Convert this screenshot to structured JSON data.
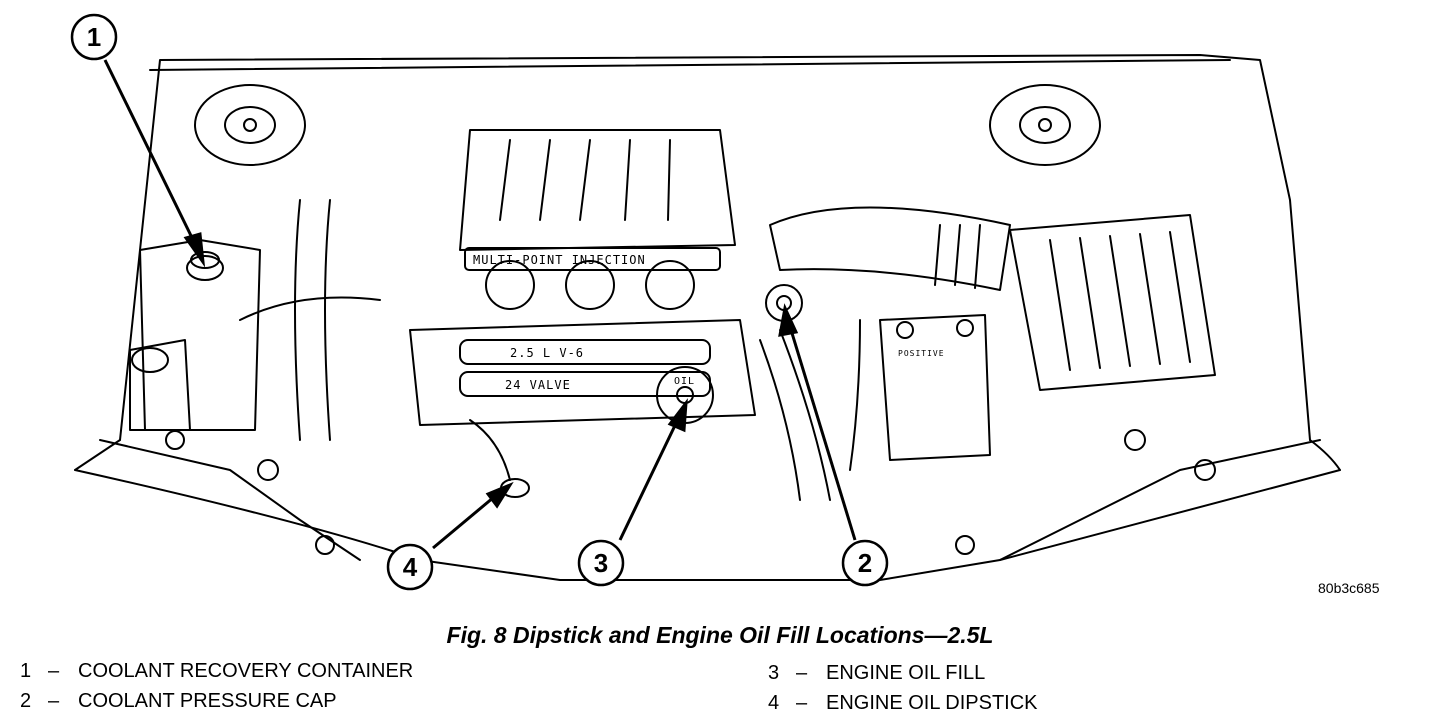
{
  "figure": {
    "callouts": [
      "1",
      "2",
      "3",
      "4"
    ],
    "engine_labels": {
      "intake": "MULTI-POINT INJECTION",
      "displacement": "2.5 L V-6",
      "valves": "24 VALVE",
      "oil_cap": "OIL",
      "battery": "POSITIVE"
    },
    "code": "80b3c685",
    "caption": "Fig. 8 Dipstick and Engine Oil Fill Locations—2.5L"
  },
  "legend": [
    {
      "num": "1",
      "dash": "–",
      "label": "COOLANT RECOVERY CONTAINER"
    },
    {
      "num": "2",
      "dash": "–",
      "label": "COOLANT PRESSURE CAP"
    },
    {
      "num": "3",
      "dash": "–",
      "label": "ENGINE OIL FILL"
    },
    {
      "num": "4",
      "dash": "–",
      "label": "ENGINE OIL DIPSTICK"
    }
  ]
}
